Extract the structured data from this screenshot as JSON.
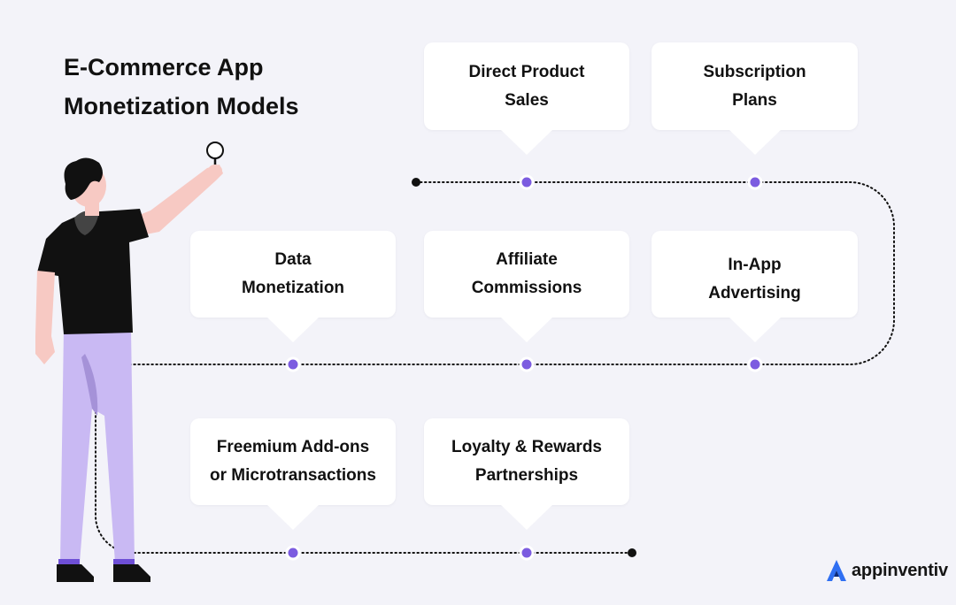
{
  "title": {
    "line1": "E-Commerce App",
    "line2": "Monetization Models"
  },
  "cards": {
    "direct_sales": {
      "line1": "Direct Product",
      "line2": "Sales"
    },
    "subscription": {
      "line1": "Subscription",
      "line2": "Plans"
    },
    "data_monetization": {
      "line1": "Data",
      "line2": "Monetization"
    },
    "affiliate": {
      "line1": "Affiliate",
      "line2": "Commissions"
    },
    "in_app_ads": {
      "line1": "In-App",
      "line2": "Advertising"
    },
    "freemium": {
      "line1": "Freemium Add-ons",
      "line2": "or Microtransactions"
    },
    "loyalty": {
      "line1": "Loyalty & Rewards",
      "line2": "Partnerships"
    }
  },
  "brand": {
    "name": "appinventiv"
  },
  "colors": {
    "background": "#f3f3f9",
    "node": "#7c5ce0",
    "path": "#111111",
    "pants": "#c9b9f3",
    "shirt": "#111111",
    "skin": "#f7c9c3",
    "logo_blue": "#2f6ff2"
  },
  "icons": {
    "logo": "appinventiv-logo-icon",
    "magnifier": "magnifier-icon"
  }
}
